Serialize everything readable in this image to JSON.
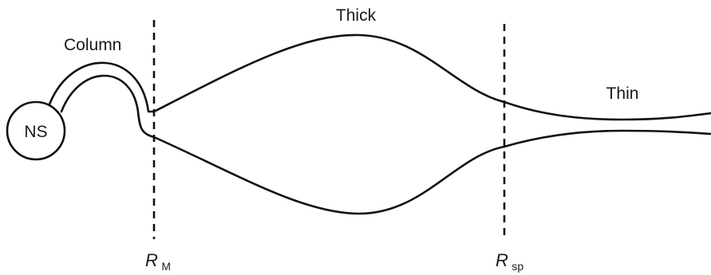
{
  "labels": {
    "ns": "NS",
    "column": "Column",
    "thick": "Thick",
    "thin": "Thin",
    "r_m_symbol": "R",
    "r_m_subscript": "M",
    "r_sp_symbol": "R",
    "r_sp_subscript": "sp"
  }
}
